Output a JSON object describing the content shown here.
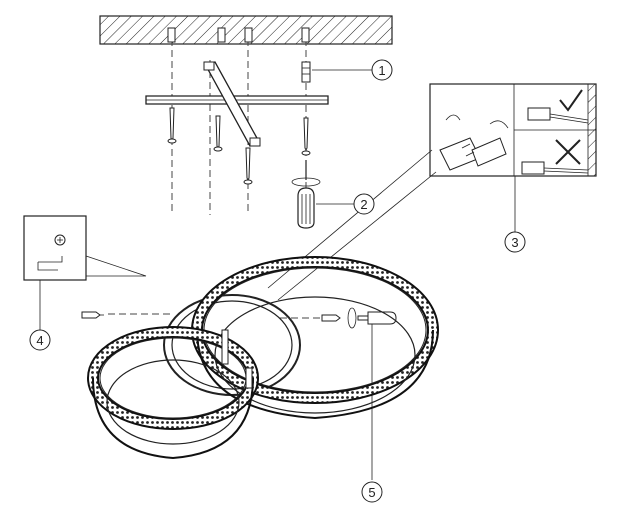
{
  "callouts": [
    {
      "id": "1",
      "label": "1"
    },
    {
      "id": "2",
      "label": "2"
    },
    {
      "id": "3",
      "label": "3"
    },
    {
      "id": "4",
      "label": "4"
    },
    {
      "id": "5",
      "label": "5"
    }
  ],
  "detail_panels": {
    "wiring": {
      "correct_icon": "checkmark-icon",
      "wrong_icon": "cross-icon"
    },
    "screw_detail": {
      "icon": "screw-head-icon"
    }
  }
}
